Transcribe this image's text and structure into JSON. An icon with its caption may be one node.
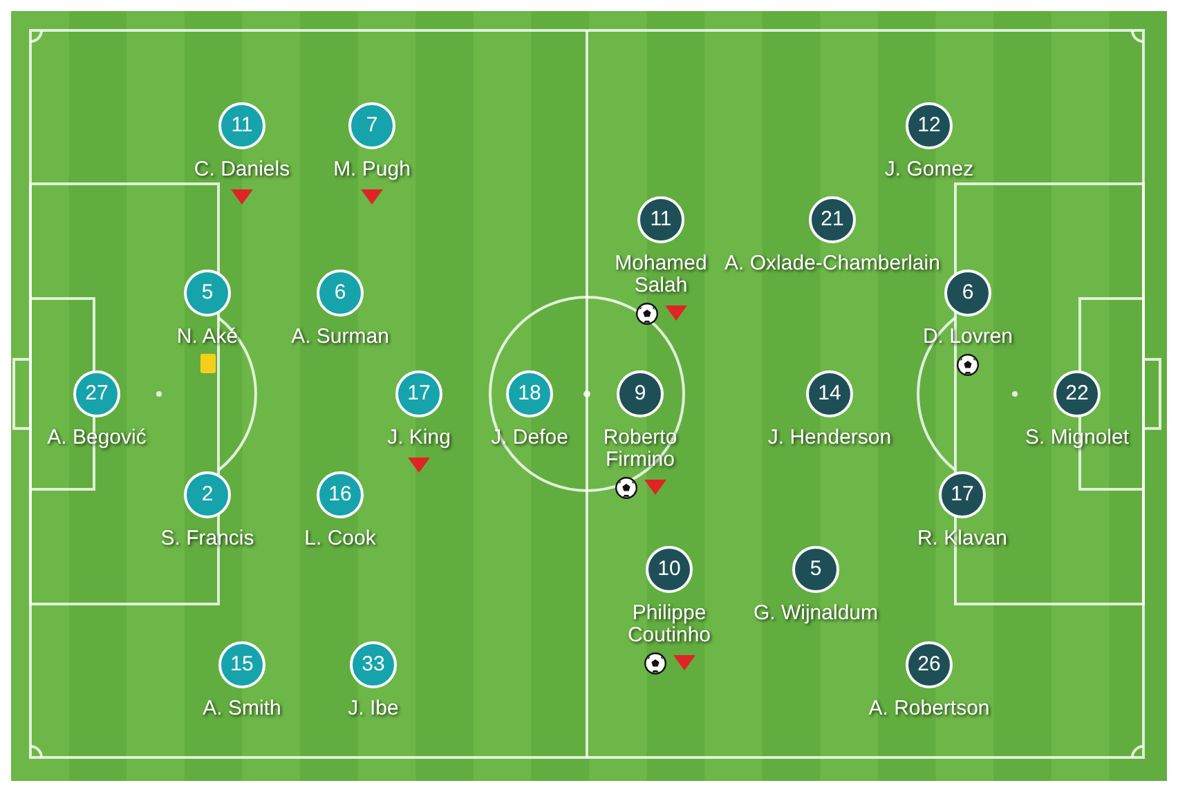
{
  "diagram": {
    "nodes": [
      {
        "text": [
          "11"
        ],
        "beside": [
          "C. Daniels"
        ]
      },
      {
        "text": [
          "7"
        ],
        "beside": [
          "M. Pugh"
        ]
      },
      {
        "text": [
          "12"
        ],
        "beside": [
          "J. Gomez"
        ]
      },
      {
        "text": [
          "11"
        ],
        "beside": [
          "Mohamed Salah"
        ]
      },
      {
        "text": [
          "21"
        ],
        "beside": [
          "A. Oxlade-Chamberlain"
        ]
      },
      {
        "text": [
          "5"
        ],
        "beside": [
          "N. Aké"
        ]
      },
      {
        "text": [
          "6"
        ],
        "beside": [
          "A. Surman"
        ]
      },
      {
        "text": [
          "6"
        ],
        "beside": [
          "D. Lovren"
        ]
      },
      {
        "text": [
          "27"
        ],
        "beside": [
          "A. Begović"
        ]
      },
      {
        "text": [
          "17"
        ],
        "beside": [
          "J. King"
        ]
      },
      {
        "text": [
          "18"
        ],
        "beside": [
          "J. Defoe"
        ]
      },
      {
        "text": [
          "9"
        ],
        "beside": [
          "Roberto Firmino"
        ]
      },
      {
        "text": [
          "14"
        ],
        "beside": [
          "J. Henderson"
        ]
      },
      {
        "text": [
          "22"
        ],
        "beside": [
          "S. Mignolet"
        ]
      },
      {
        "text": [
          "2"
        ],
        "beside": [
          "S. Francis"
        ]
      },
      {
        "text": [
          "16"
        ],
        "beside": [
          "L. Cook"
        ]
      },
      {
        "text": [
          "17"
        ],
        "beside": [
          "R. Klavan"
        ]
      },
      {
        "text": [
          "10"
        ],
        "beside": [
          "Philippe Coutinho"
        ]
      },
      {
        "text": [
          "5"
        ],
        "beside": [
          "G. Wijnaldum"
        ]
      },
      {
        "text": [
          "15"
        ],
        "beside": [
          "A. Smith"
        ]
      },
      {
        "text": [
          "33"
        ],
        "beside": [
          "J. Ibe"
        ]
      },
      {
        "text": [
          "26"
        ],
        "beside": [
          "A. Robertson"
        ]
      }
    ]
  }
}
